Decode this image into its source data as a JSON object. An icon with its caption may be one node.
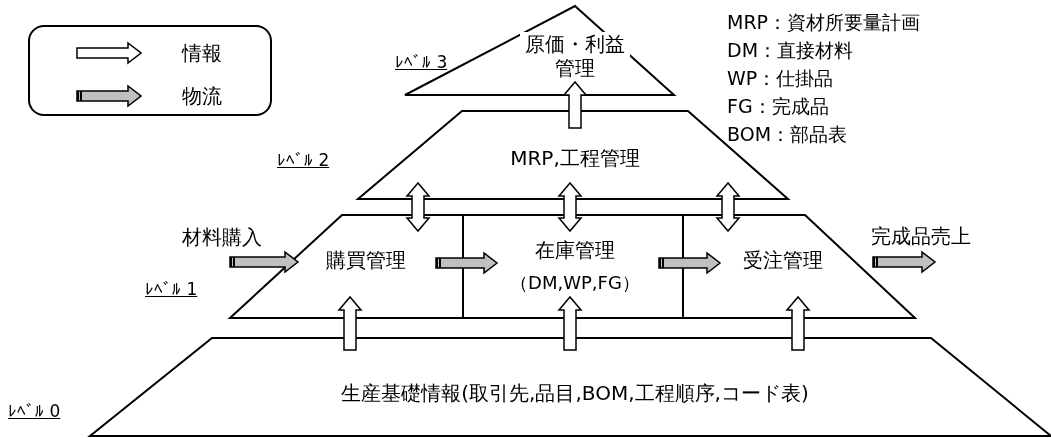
{
  "diagram": {
    "nodes": [
      {
        "text": [
          "原価・利益管理"
        ]
      },
      {
        "text": [
          "MRP,工程管理"
        ]
      },
      {
        "text": [],
        "shape": "trapezoid"
      },
      {
        "text": [
          "購買管理"
        ],
        "in": 2
      },
      {
        "text": [
          "在庫管理",
          "（DM,WP,FG）"
        ],
        "in": 2
      },
      {
        "text": [
          "受注管理"
        ],
        "in": 2
      },
      {
        "text": [
          "生産基礎情報(取引先,品目,BOM,工程順序,コード表)"
        ]
      },
      {
        "text": [
          "材料購入"
        ]
      },
      {
        "text": [
          "完成品売上"
        ]
      }
    ],
    "edges": [
      {
        "from": 1,
        "to": 0,
        "arrow": "to"
      },
      {
        "from": 1,
        "to": 3,
        "arrow": "both"
      },
      {
        "from": 1,
        "to": 4,
        "arrow": "both"
      },
      {
        "from": 1,
        "to": 5,
        "arrow": "both"
      },
      {
        "from": 6,
        "to": 3,
        "arrow": "to"
      },
      {
        "from": 6,
        "to": 4,
        "arrow": "to"
      },
      {
        "from": 6,
        "to": 5,
        "arrow": "to"
      },
      {
        "from": 7,
        "to": 3,
        "arrow": "to",
        "color": "#c0c0c0"
      },
      {
        "from": 3,
        "to": 4,
        "arrow": "to",
        "color": "#c0c0c0"
      },
      {
        "from": 4,
        "to": 5,
        "arrow": "to",
        "color": "#c0c0c0"
      },
      {
        "from": 5,
        "to": 8,
        "arrow": "to",
        "color": "#c0c0c0"
      }
    ],
    "labels": [
      "ﾚﾍﾞﾙ 3",
      "MRP：資材所要量計画",
      "DM：直接材料",
      "WP：仕掛品",
      "FG：完成品",
      "BOM：部品表",
      "ﾚﾍﾞﾙ 2",
      "ﾚﾍﾞﾙ 1",
      "ﾚﾍﾞﾙ 0"
    ],
    "legend": [
      {
        "text": "情報"
      },
      {
        "text": "物流"
      }
    ]
  }
}
